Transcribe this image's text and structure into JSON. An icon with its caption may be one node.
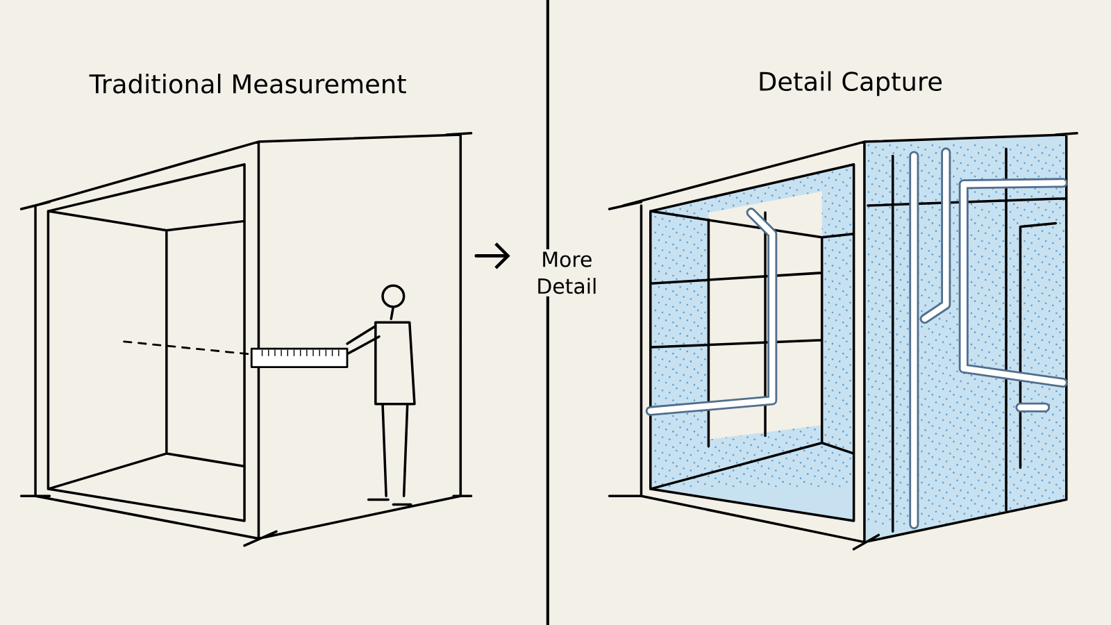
{
  "diagram": {
    "labels": [
      "Traditional Measurement",
      "More Detail",
      "Detail Capture"
    ]
  }
}
